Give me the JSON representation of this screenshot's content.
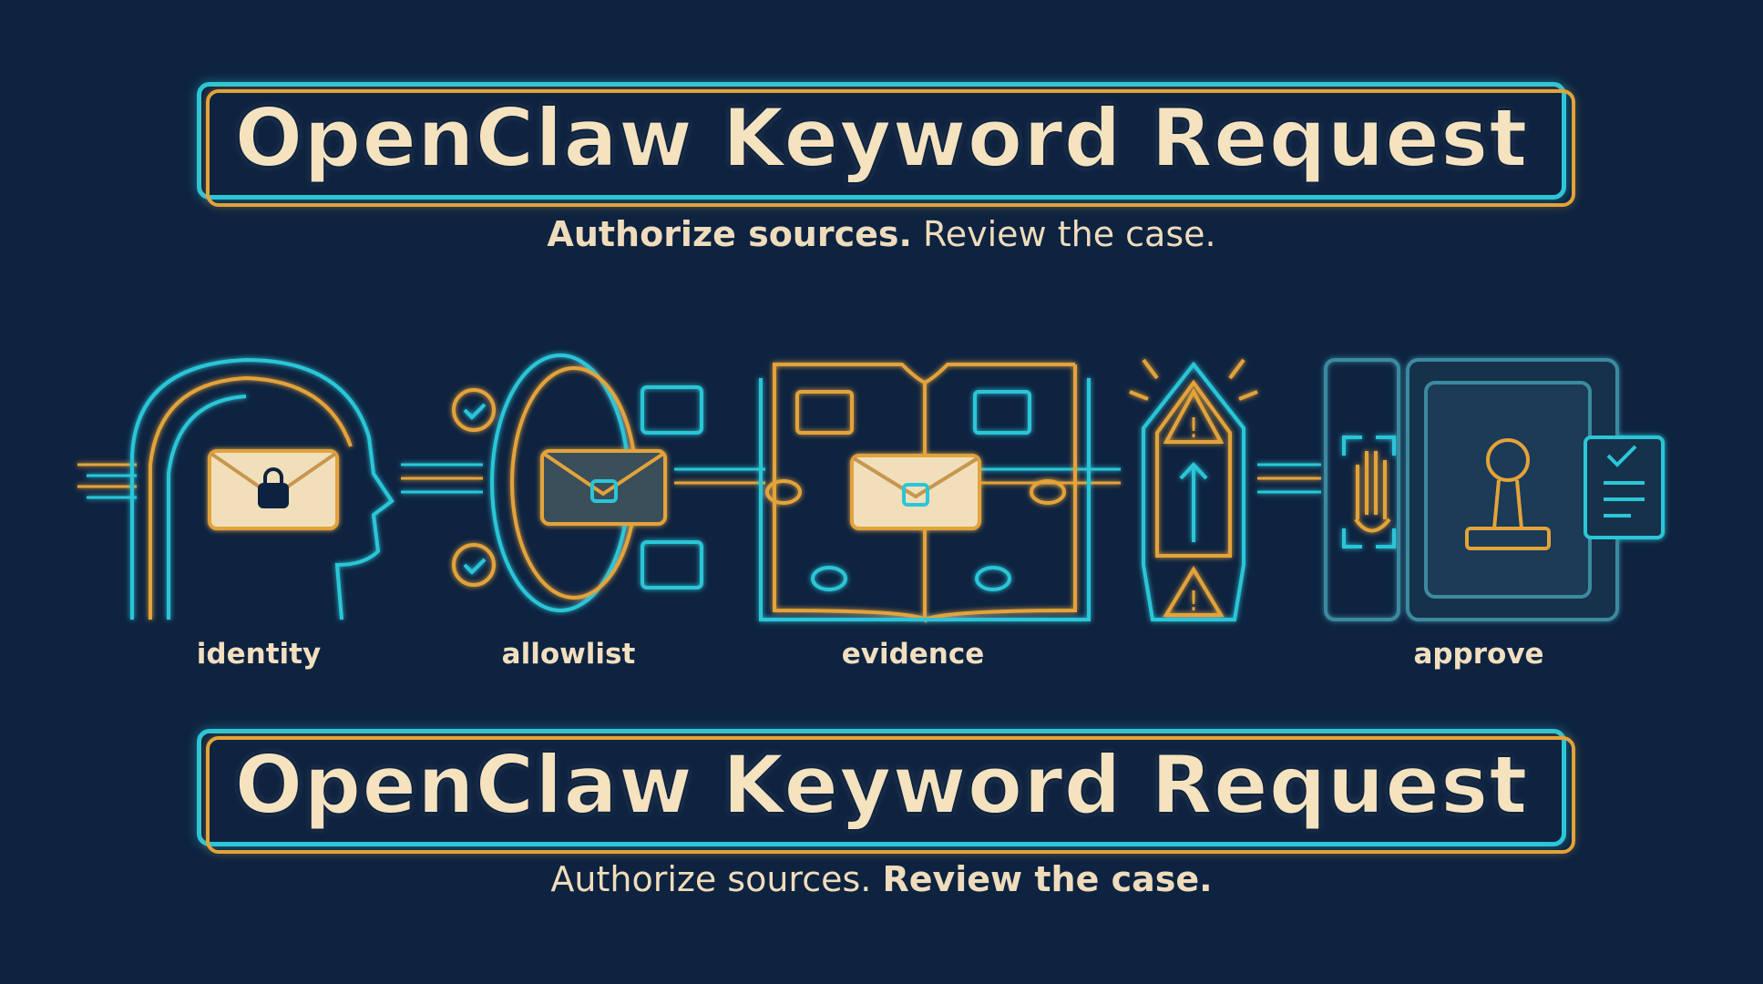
{
  "top": {
    "title": "OpenClaw Keyword Request",
    "subtitle_part1": "Authorize sources.",
    "subtitle_part2": "Review the case."
  },
  "steps": [
    {
      "label": "identity",
      "icon": "head-profile-envelope-lock-icon"
    },
    {
      "label": "allowlist",
      "icon": "ring-gate-checklist-icon"
    },
    {
      "label": "evidence",
      "icon": "open-book-chain-icon"
    },
    {
      "label": "",
      "icon": "warning-escalation-arrow-icon"
    },
    {
      "label": "approve",
      "icon": "vault-stamp-document-icon"
    }
  ],
  "bottom": {
    "title": "OpenClaw Keyword Request",
    "subtitle_part1": "Authorize sources.",
    "subtitle_part2": "Review the case."
  },
  "colors": {
    "background": "#0e2340",
    "cyan": "#2cc6d8",
    "gold": "#e3a33a",
    "cream": "#f3e2c2"
  }
}
